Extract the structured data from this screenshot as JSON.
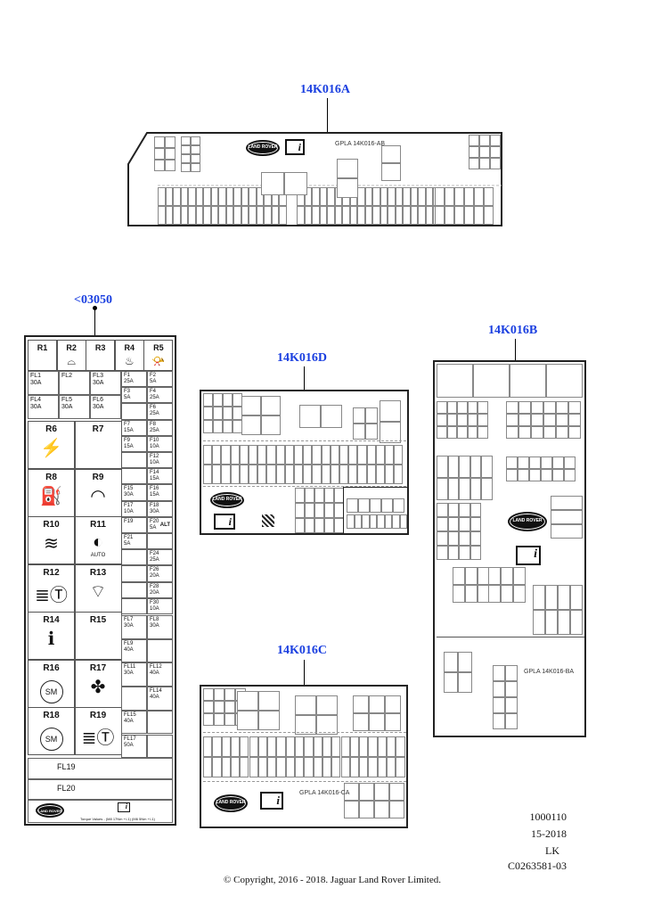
{
  "labels": {
    "a": "14K016A",
    "left": "<03050",
    "d": "14K016D",
    "b": "14K016B",
    "c": "14K016C"
  },
  "left_panel": {
    "relays_top": [
      {
        "id": "R1",
        "icon": ""
      },
      {
        "id": "R2",
        "icon": "rear-wiper-icon"
      },
      {
        "id": "R3",
        "icon": ""
      },
      {
        "id": "R4",
        "icon": "heated-windscreen-icon"
      },
      {
        "id": "R5",
        "icon": "horn-icon"
      }
    ],
    "fusible_links_top": [
      [
        {
          "id": "FL1",
          "amp": "30A"
        },
        {
          "id": "FL2",
          "amp": ""
        },
        {
          "id": "FL3",
          "amp": "30A"
        }
      ],
      [
        {
          "id": "FL4",
          "amp": "30A"
        },
        {
          "id": "FL5",
          "amp": "30A"
        },
        {
          "id": "FL6",
          "amp": "30A"
        }
      ]
    ],
    "fuses": [
      [
        {
          "id": "F1",
          "amp": "25A"
        },
        {
          "id": "F2",
          "amp": "5A"
        }
      ],
      [
        {
          "id": "F3",
          "amp": "5A"
        },
        {
          "id": "F4",
          "amp": "25A"
        }
      ],
      [
        null,
        {
          "id": "F6",
          "amp": "25A"
        }
      ],
      [
        {
          "id": "F7",
          "amp": "15A"
        },
        {
          "id": "F8",
          "amp": "25A"
        }
      ],
      [
        {
          "id": "F9",
          "amp": "15A"
        },
        {
          "id": "F10",
          "amp": "10A"
        }
      ],
      [
        null,
        {
          "id": "F12",
          "amp": "10A"
        }
      ],
      [
        null,
        {
          "id": "F14",
          "amp": "15A"
        }
      ],
      [
        {
          "id": "F15",
          "amp": "30A"
        },
        {
          "id": "F16",
          "amp": "15A"
        }
      ],
      [
        {
          "id": "F17",
          "amp": "10A"
        },
        {
          "id": "F18",
          "amp": "30A"
        }
      ],
      [
        {
          "id": "F19",
          "amp": ""
        },
        {
          "id": "F20",
          "amp": "5A",
          "note": "ALT"
        }
      ],
      [
        {
          "id": "F21",
          "amp": "5A"
        },
        null
      ],
      [
        null,
        {
          "id": "F24",
          "amp": "25A"
        }
      ],
      [
        null,
        {
          "id": "F26",
          "amp": "20A"
        }
      ],
      [
        null,
        {
          "id": "F28",
          "amp": "20A"
        }
      ],
      [
        null,
        {
          "id": "F30",
          "amp": "10A"
        }
      ]
    ],
    "relays_big": [
      [
        {
          "id": "R6",
          "icon": "engine-icon"
        },
        {
          "id": "R7",
          "icon": ""
        }
      ],
      [
        {
          "id": "R8",
          "icon": "fuel-pump-icon"
        },
        {
          "id": "R9",
          "icon": "windscreen-icon"
        }
      ],
      [
        {
          "id": "R10",
          "icon": "blower-icon"
        },
        {
          "id": "R11",
          "icon": "headlamp-auto-icon",
          "note": "AUTO"
        }
      ],
      [
        {
          "id": "R12",
          "icon": "rear-fog-lamp-icon"
        },
        {
          "id": "R13",
          "icon": "wiper-icon"
        }
      ],
      [
        {
          "id": "R14",
          "icon": "manual-info-icon"
        },
        {
          "id": "R15",
          "icon": ""
        }
      ],
      [
        {
          "id": "R16",
          "icon": "starter-motor-icon",
          "text": "SM"
        },
        {
          "id": "R17",
          "icon": "fan-icon"
        }
      ],
      [
        {
          "id": "R18",
          "icon": "starter-motor-icon",
          "text": "SM"
        },
        {
          "id": "R19",
          "icon": "rear-fog-lamp-icon"
        }
      ]
    ],
    "fusible_links_lower": [
      [
        {
          "id": "FL7",
          "amp": "30A"
        },
        {
          "id": "FL8",
          "amp": "30A"
        }
      ],
      [
        {
          "id": "FL9",
          "amp": "40A"
        },
        null
      ],
      [
        {
          "id": "FL11",
          "amp": "30A"
        },
        {
          "id": "FL12",
          "amp": "40A"
        }
      ],
      [
        null,
        {
          "id": "FL14",
          "amp": "40A"
        }
      ],
      [
        {
          "id": "FL15",
          "amp": "40A"
        },
        null
      ],
      [
        {
          "id": "FL17",
          "amp": "50A"
        },
        null
      ]
    ],
    "fl19": "FL19",
    "fl20": "FL20",
    "logo": "LAND ROVER",
    "torque": "Torque Values - (M8 17Nm +/-1) (M6 5Nm +/-1)"
  },
  "panel_a": {
    "code": "GPLA 14K016-AB",
    "logo": "LAND ROVER"
  },
  "panel_b": {
    "code": "GPLA 14K016-BA",
    "logo": "LAND ROVER"
  },
  "panel_c": {
    "code": "GPLA 14K016-CA",
    "logo": "LAND ROVER"
  },
  "panel_d": {
    "logo": "LAND ROVER"
  },
  "footer": {
    "ref": "1000110",
    "date": "15-2018",
    "initials": "LK",
    "drawing": "C0263581-03",
    "copyright": "© Copyright, 2016 - 2018. Jaguar Land Rover Limited."
  }
}
